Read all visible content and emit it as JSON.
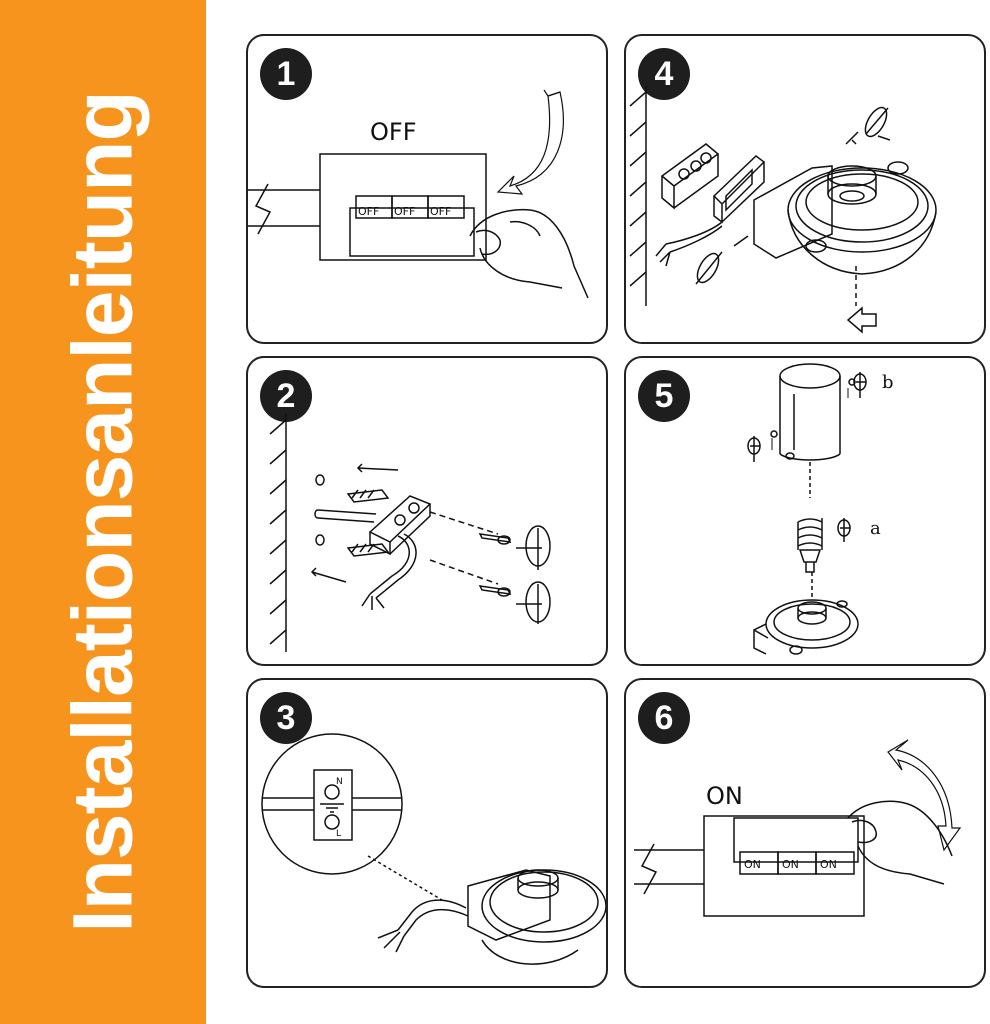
{
  "sidebar": {
    "title": "Installationsanleitung",
    "color": "#F7941D"
  },
  "steps": [
    {
      "number": "1",
      "switch_label": "OFF",
      "switch_states": [
        "OFF",
        "OFF",
        "OFF"
      ]
    },
    {
      "number": "2"
    },
    {
      "number": "3",
      "terminal_marks": [
        "N",
        "L"
      ]
    },
    {
      "number": "4"
    },
    {
      "number": "5",
      "label_a": "a",
      "label_b": "b"
    },
    {
      "number": "6",
      "switch_label": "ON",
      "switch_states": [
        "ON",
        "ON",
        "ON"
      ]
    }
  ]
}
